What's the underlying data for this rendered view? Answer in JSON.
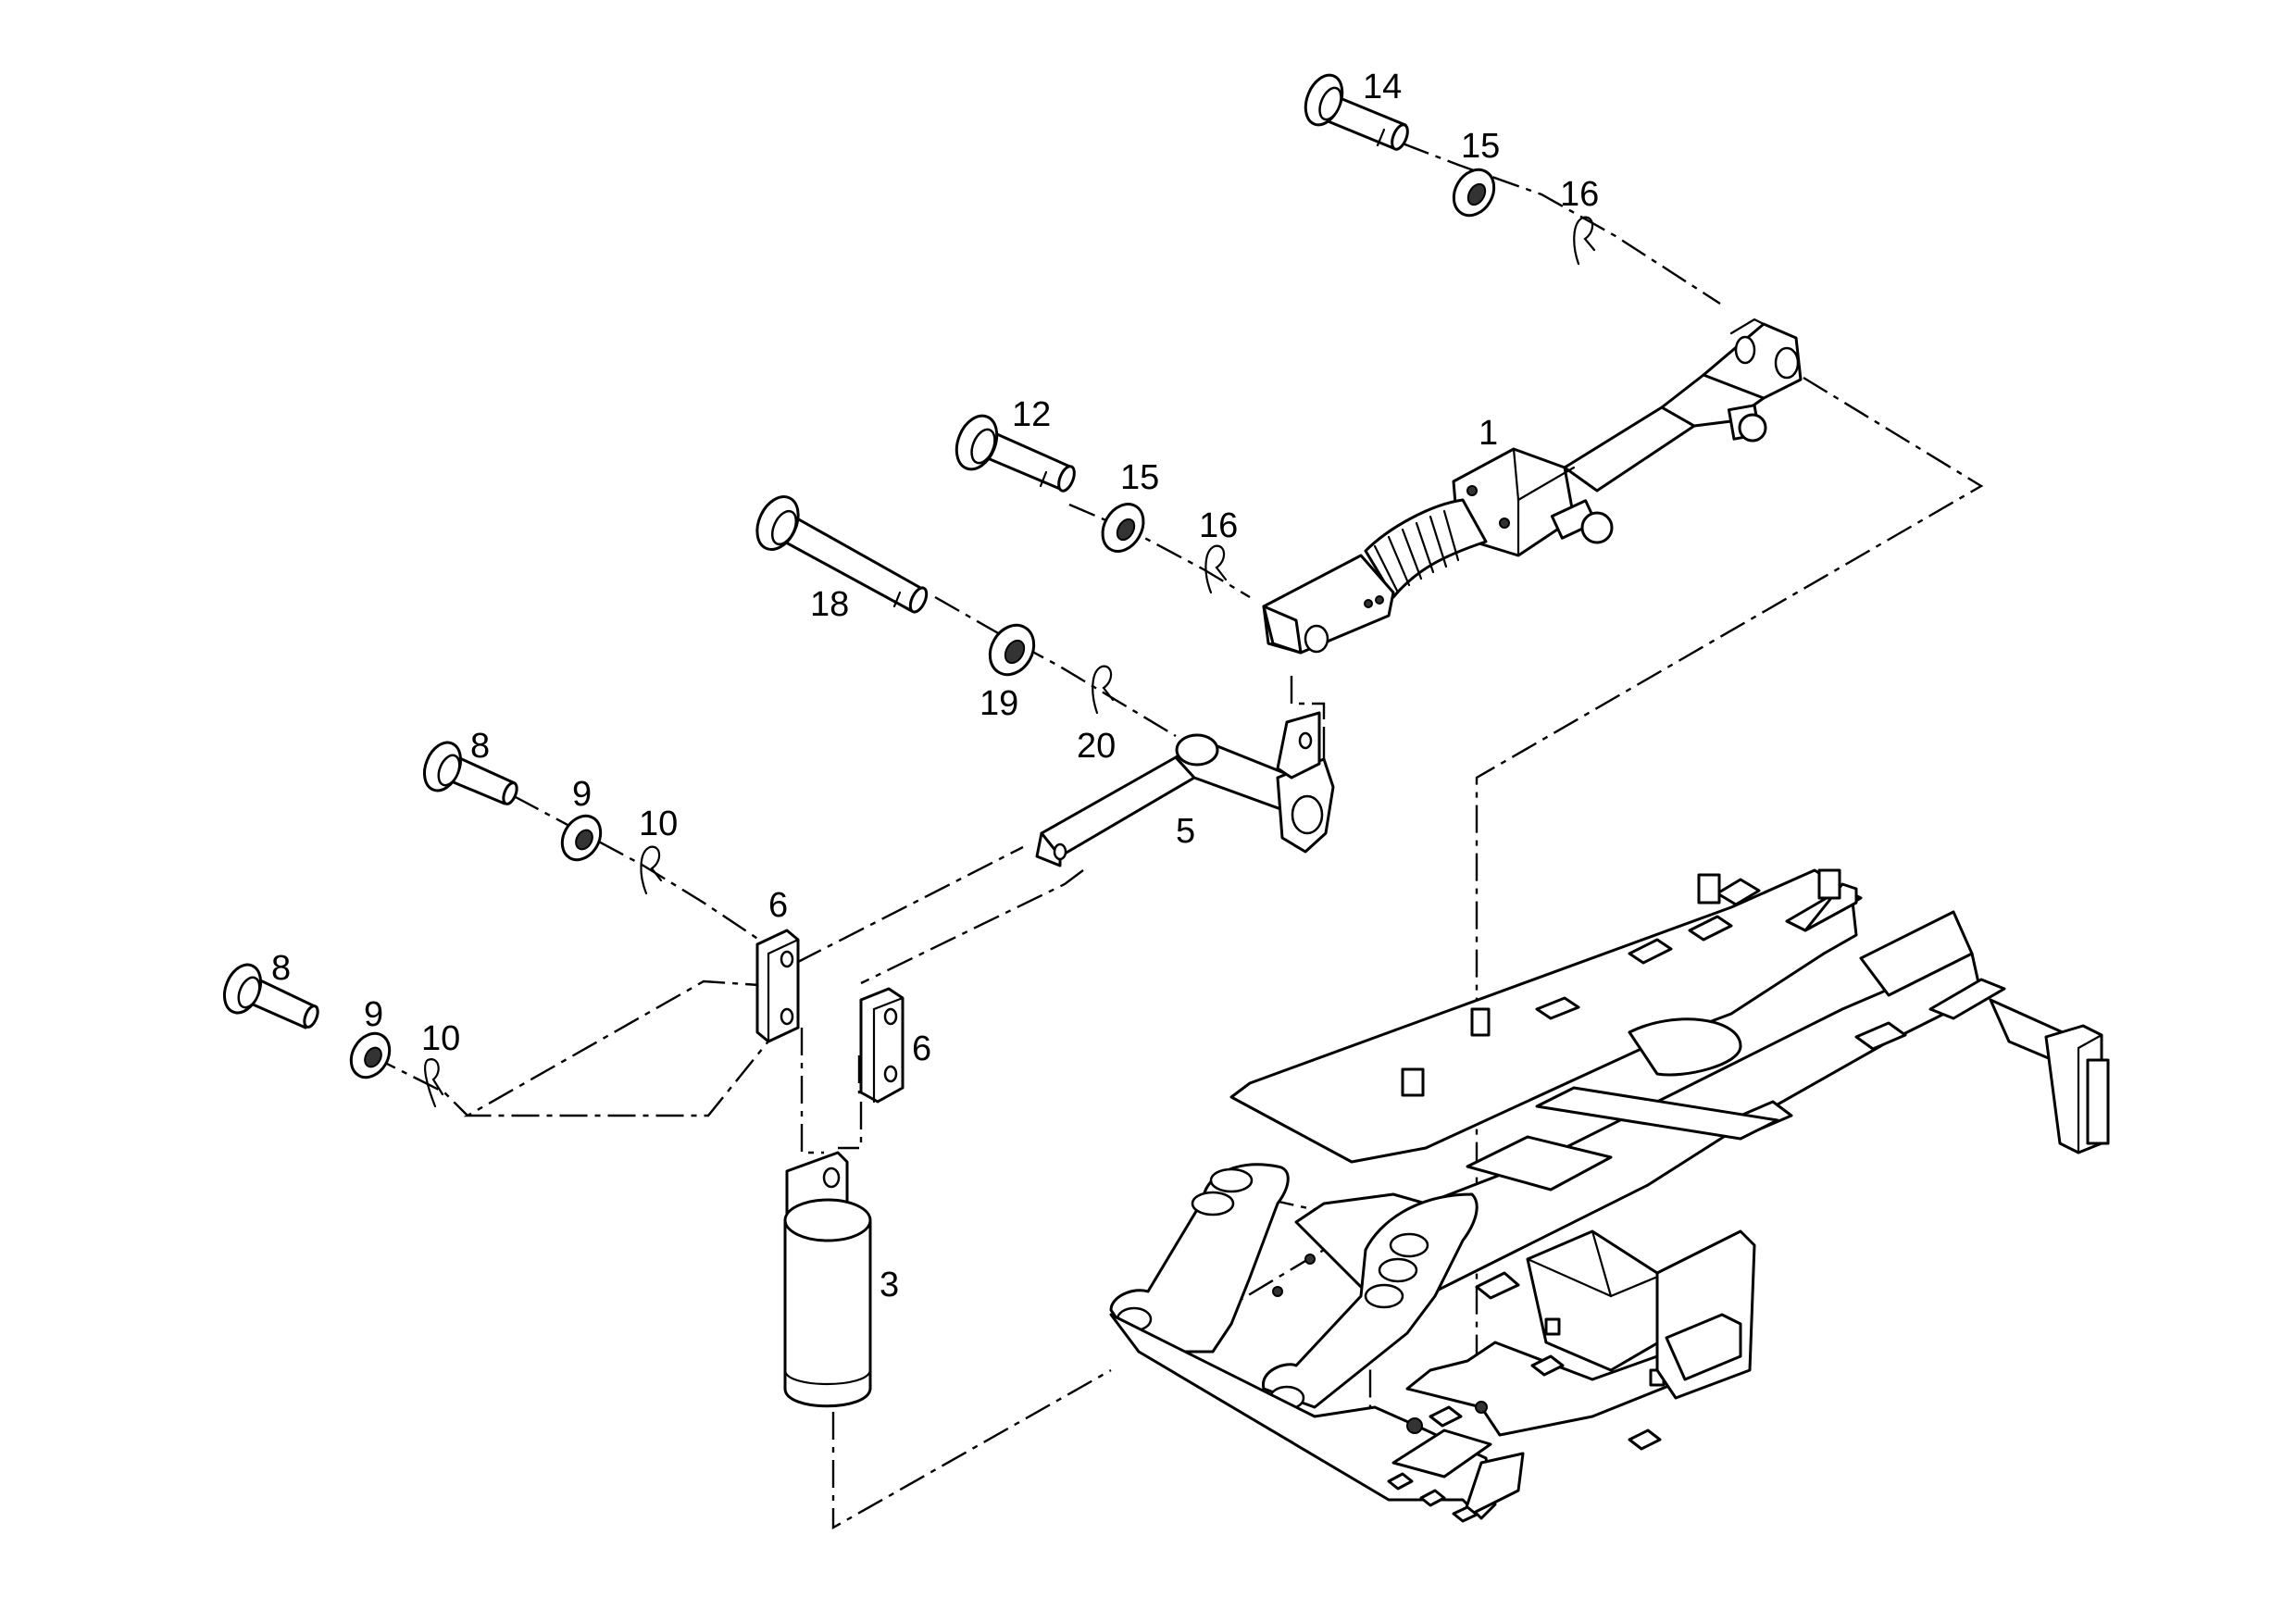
{
  "diagram": {
    "callouts": [
      {
        "id": "c14",
        "text": "14"
      },
      {
        "id": "c15a",
        "text": "15"
      },
      {
        "id": "c16a",
        "text": "16"
      },
      {
        "id": "c1",
        "text": "1"
      },
      {
        "id": "c12",
        "text": "12"
      },
      {
        "id": "c15b",
        "text": "15"
      },
      {
        "id": "c16b",
        "text": "16"
      },
      {
        "id": "c18",
        "text": "18"
      },
      {
        "id": "c19",
        "text": "19"
      },
      {
        "id": "c20",
        "text": "20"
      },
      {
        "id": "c8a",
        "text": "8"
      },
      {
        "id": "c9a",
        "text": "9"
      },
      {
        "id": "c10a",
        "text": "10"
      },
      {
        "id": "c5",
        "text": "5"
      },
      {
        "id": "c6a",
        "text": "6"
      },
      {
        "id": "c8b",
        "text": "8"
      },
      {
        "id": "c9b",
        "text": "9"
      },
      {
        "id": "c10b",
        "text": "10"
      },
      {
        "id": "c6b",
        "text": "6"
      },
      {
        "id": "c3",
        "text": "3"
      }
    ]
  }
}
